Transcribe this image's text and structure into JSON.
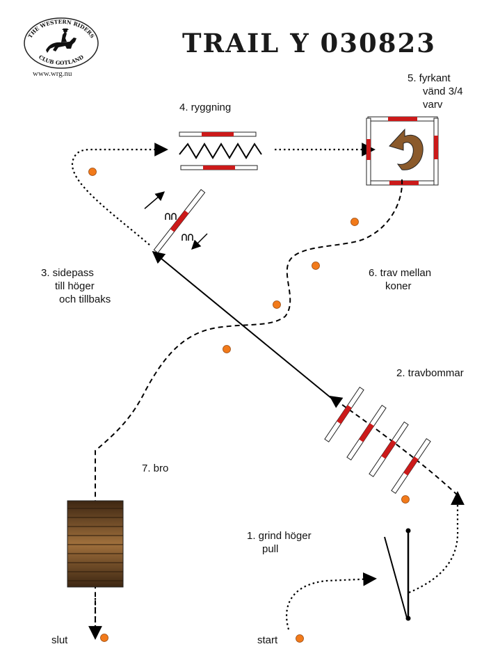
{
  "title": "TRAIL Y 030823",
  "logo": {
    "top_text": "THE WESTERN RIDERS",
    "bottom_text": "CLUB GOTLAND",
    "url": "www.wrg.nu"
  },
  "stations": {
    "s1": {
      "line1": "1. grind höger",
      "line2": "pull"
    },
    "s2": {
      "line1": "2. travbommar"
    },
    "s3": {
      "line1": "3. sidepass",
      "line2": "till höger",
      "line3": "och tillbaks"
    },
    "s4": {
      "line1": "4. ryggning"
    },
    "s5": {
      "line1": "5. fyrkant",
      "line2": "vänd 3/4",
      "line3": "varv"
    },
    "s6": {
      "line1": "6. trav mellan",
      "line2": "koner"
    },
    "s7": {
      "line1": "7. bro"
    }
  },
  "start_label": "start",
  "end_label": "slut",
  "colors": {
    "cone": "#f27a1a",
    "pole_red": "#cc1a1a",
    "bridge_dark": "#3d2612",
    "bridge_light": "#8b5a2b",
    "turn_arrow": "#8b5a2b"
  }
}
